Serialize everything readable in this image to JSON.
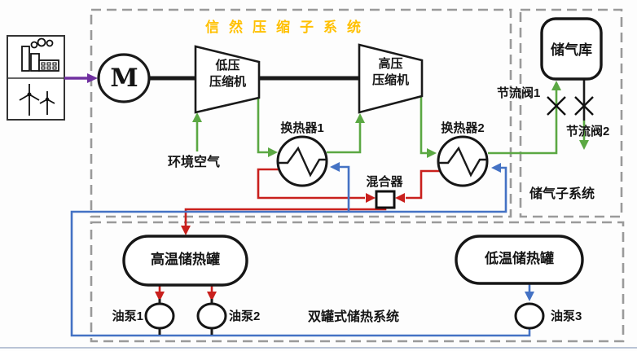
{
  "title": {
    "text": "信然压缩子系统"
  },
  "compression_subsystem": {
    "motor_label": "M",
    "lp_compressor": "低压\n压缩机",
    "hp_compressor": "高压\n压缩机",
    "ambient_air": "环境空气",
    "heat_exchanger_1": "换热器1",
    "heat_exchanger_2": "换热器2",
    "mixer": "混合器"
  },
  "gas_storage_subsystem": {
    "name": "储气子系统",
    "gas_tank": "储气库",
    "throttle_valve_1": "节流阀1",
    "throttle_valve_2": "节流阀2"
  },
  "heat_storage_subsystem": {
    "name": "双罐式储热系统",
    "hot_tank": "高温储热罐",
    "cold_tank": "低温储热罐",
    "oil_pump_1": "油泵1",
    "oil_pump_2": "油泵2",
    "oil_pump_3": "油泵3"
  },
  "icons": {
    "power_source": [
      "factory-icon",
      "wind-turbine-icon"
    ],
    "valves": [
      "throttle-valve-1-icon",
      "throttle-valve-2-icon"
    ],
    "exchangers": [
      "heat-exchanger-symbol"
    ]
  },
  "colors": {
    "title_text": "#FFC000",
    "air_line_green": "#5BA843",
    "hot_oil_line_red": "#C9201D",
    "cold_oil_line_blue": "#4472C4",
    "electric_line_purple": "#7030A0",
    "dashed_border_gray": "#9A9A9A",
    "outline_black": "#1A1A1A"
  }
}
